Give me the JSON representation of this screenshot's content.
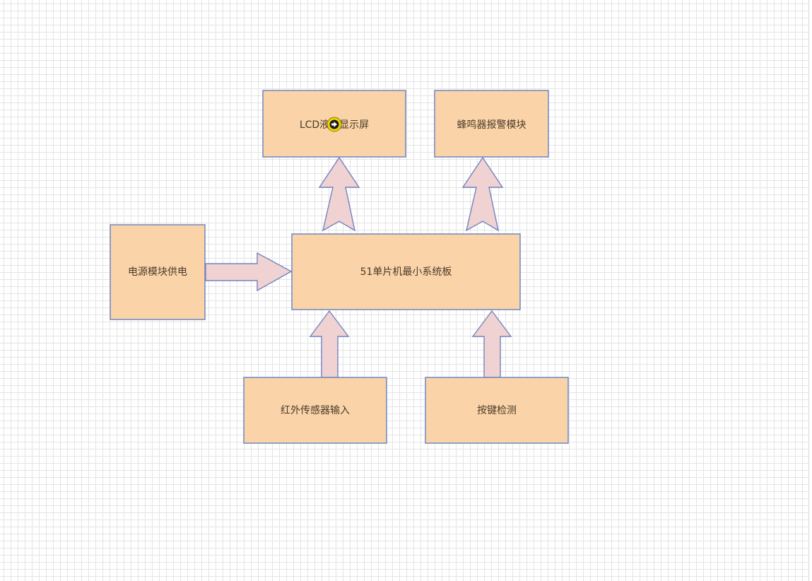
{
  "diagram": {
    "blocks": {
      "lcd": "LCD液晶显示屏",
      "buzzer": "蜂鸣器报警模块",
      "power": "电源模块供电",
      "mcu": "51单片机最小系统板",
      "ir": "红外传感器输入",
      "keys": "按键检测"
    },
    "colors": {
      "block_fill": "#fad4a8",
      "block_border": "#6f86c1",
      "arrow_fill": "#f0d2d2",
      "arrow_border": "#7183c0",
      "grid": "#e4e4e4",
      "cursor": "#f2d600"
    },
    "cursor_icon": "arrow-right-circle-icon"
  }
}
